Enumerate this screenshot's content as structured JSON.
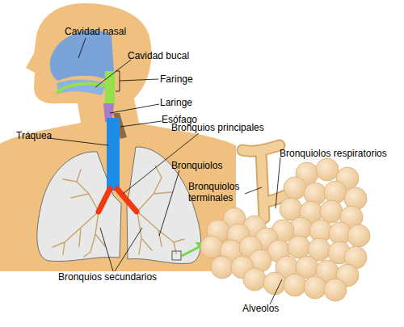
{
  "diagram": {
    "labels": [
      "Cavidad nasal",
      "Cavidad bucal",
      "Faringe",
      "Laringe",
      "Esófago",
      "Tráquea",
      "Bronquios principales",
      "Bronquiolos",
      "Bronquiolos terminales",
      "Bronquiolos respiratorios",
      "Bronquios secundarios",
      "Alveolos"
    ]
  }
}
